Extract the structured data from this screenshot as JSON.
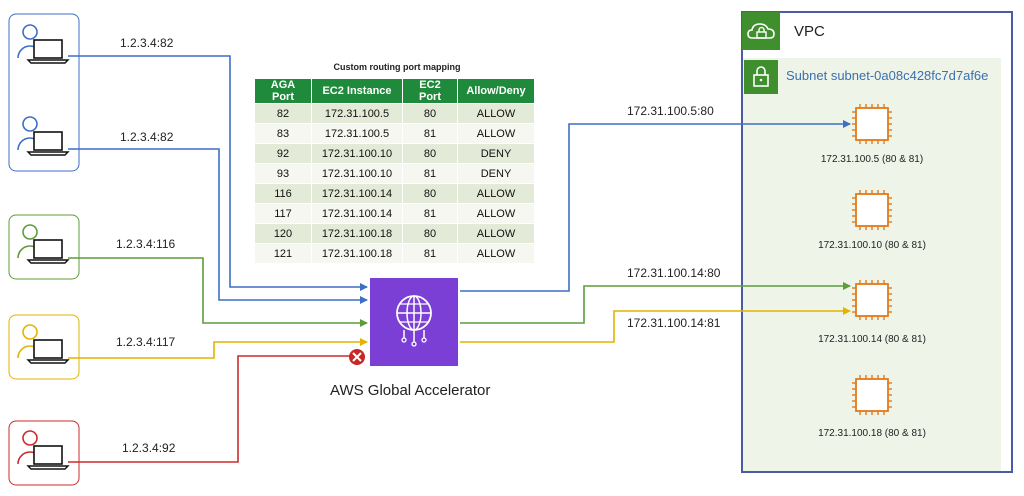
{
  "clients": [
    {
      "label": "1.2.3.4:82",
      "color": "#3d6fc6"
    },
    {
      "label": "1.2.3.4:82",
      "color": "#3d6fc6"
    },
    {
      "label": "1.2.3.4:116",
      "color": "#5e9c3a"
    },
    {
      "label": "1.2.3.4:117",
      "color": "#e2b400"
    },
    {
      "label": "1.2.3.4:92",
      "color": "#cc2b2b"
    }
  ],
  "mapping_table": {
    "caption": "Custom routing port mapping",
    "headers": [
      "AGA Port",
      "EC2 Instance",
      "EC2 Port",
      "Allow/Deny"
    ],
    "rows": [
      [
        "82",
        "172.31.100.5",
        "80",
        "ALLOW"
      ],
      [
        "83",
        "172.31.100.5",
        "81",
        "ALLOW"
      ],
      [
        "92",
        "172.31.100.10",
        "80",
        "DENY"
      ],
      [
        "93",
        "172.31.100.10",
        "81",
        "DENY"
      ],
      [
        "116",
        "172.31.100.14",
        "80",
        "ALLOW"
      ],
      [
        "117",
        "172.31.100.14",
        "81",
        "ALLOW"
      ],
      [
        "120",
        "172.31.100.18",
        "80",
        "ALLOW"
      ],
      [
        "121",
        "172.31.100.18",
        "81",
        "ALLOW"
      ]
    ]
  },
  "accelerator": {
    "label": "AWS Global Accelerator",
    "color": "#7b3fd6"
  },
  "routes": [
    "172.31.100.5:80",
    "172.31.100.14:80",
    "172.31.100.14:81"
  ],
  "vpc": {
    "label": "VPC",
    "subnet_label": "Subnet subnet-0a08c428fc7d7af6e",
    "border_color": "#4b5ba8",
    "subnet_fill": "#eef4e8",
    "header_color": "#3f8f2e"
  },
  "instances": [
    {
      "label": "172.31.100.5 (80 & 81)"
    },
    {
      "label": "172.31.100.10 (80 & 81)"
    },
    {
      "label": "172.31.100.14 (80 & 81)"
    },
    {
      "label": "172.31.100.18 (80 & 81)"
    }
  ],
  "instance_color": "#e27a1a",
  "icons": {
    "client": "laptop-user-icon",
    "accelerator": "global-accelerator-icon",
    "instance": "ec2-instance-icon",
    "vpc": "cloud-lock-icon",
    "subnet": "lock-icon",
    "deny": "deny-x-icon"
  }
}
